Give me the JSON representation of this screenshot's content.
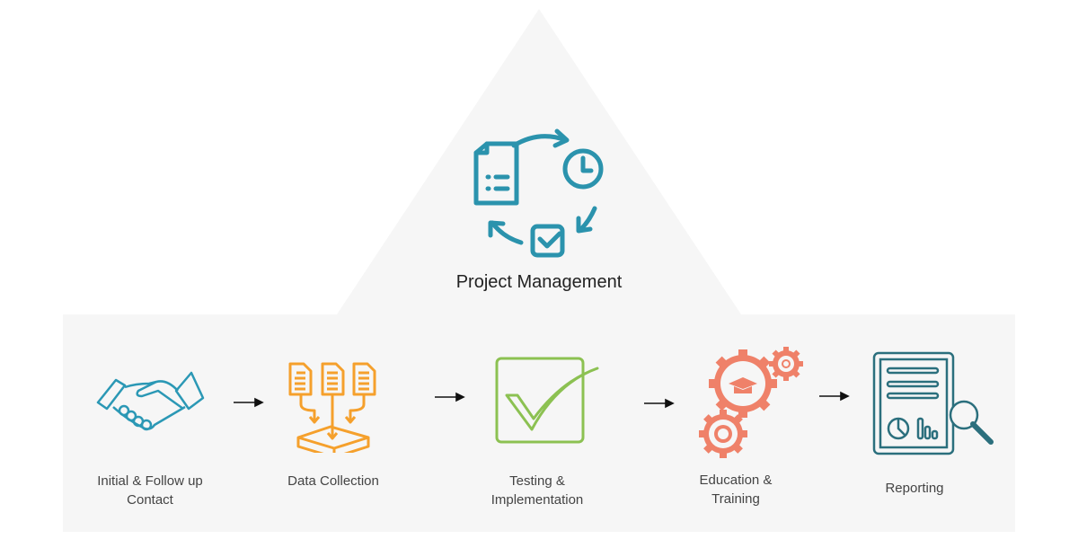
{
  "center": {
    "title": "Project Management",
    "icon": "project-cycle-icon"
  },
  "steps": [
    {
      "line1": "Initial & Follow up",
      "line2": "Contact",
      "icon": "handshake-icon",
      "color": "#2b98b5"
    },
    {
      "line1": "Data Collection",
      "line2": "",
      "icon": "data-collection-icon",
      "color": "#f5a02c"
    },
    {
      "line1": "Testing &",
      "line2": "Implementation",
      "icon": "checkmark-icon",
      "color": "#8cc152"
    },
    {
      "line1": "Education &",
      "line2": "Training",
      "icon": "education-gears-icon",
      "color": "#ef8169"
    },
    {
      "line1": "Reporting",
      "line2": "",
      "icon": "report-icon",
      "color": "#2b6f7d"
    }
  ],
  "colors": {
    "panel": "#f6f6f6",
    "teal": "#2b93ad"
  }
}
